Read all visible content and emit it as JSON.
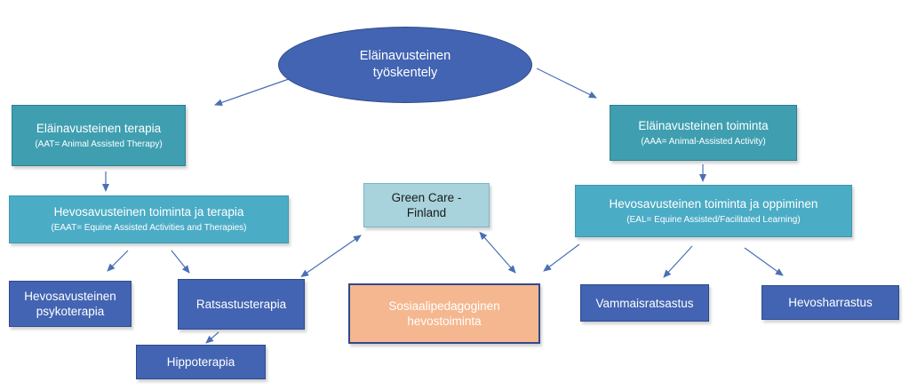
{
  "root": {
    "line1": "Eläinavusteinen",
    "line2": "työskentely"
  },
  "left_branch": {
    "title": "Eläinavusteinen terapia",
    "subtitle": "(AAT= Animal Assisted Therapy)"
  },
  "right_branch": {
    "title": "Eläinavusteinen toiminta",
    "subtitle": "(AAA= Animal-Assisted Activity)"
  },
  "left_equine": {
    "title": "Hevosavusteinen toiminta ja terapia",
    "subtitle": "(EAAT= Equine Assisted Activities and Therapies)"
  },
  "right_equine": {
    "title": "Hevosavusteinen toiminta ja oppiminen",
    "subtitle": "(EAL= Equine Assisted/Facilitated Learning)"
  },
  "green_care": {
    "line1": "Green Care -",
    "line2": "Finland"
  },
  "leaves": {
    "psykoterapia_line1": "Hevosavusteinen",
    "psykoterapia_line2": "psykoterapia",
    "ratsastusterapia": "Ratsastusterapia",
    "hippoterapia": "Hippoterapia",
    "sosiaali_line1": "Sosiaalipedagoginen",
    "sosiaali_line2": "hevostoiminta",
    "vammaisratsastus": "Vammaisratsastus",
    "hevosharrastus": "Hevosharrastus"
  },
  "colors": {
    "teal": "#4bacc6",
    "blue": "#4264b2",
    "light_teal": "#a8d3dc",
    "peach": "#f5b78f",
    "arrow": "#4a6fb5"
  }
}
